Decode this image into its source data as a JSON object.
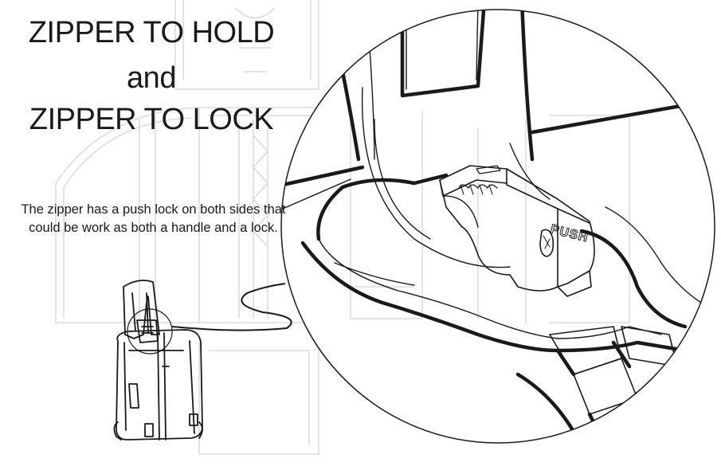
{
  "title": {
    "line1": "ZIPPER TO HOLD",
    "line2": "and",
    "line3": "ZIPPER TO LOCK"
  },
  "description": "The zipper has a push lock on both sides that could be work as both a handle and a lock.",
  "callout": {
    "push_label": "PUSH"
  },
  "colors": {
    "ink": "#1a1a1a",
    "faint_ink": "#dcdcdc",
    "background": "#ffffff"
  }
}
